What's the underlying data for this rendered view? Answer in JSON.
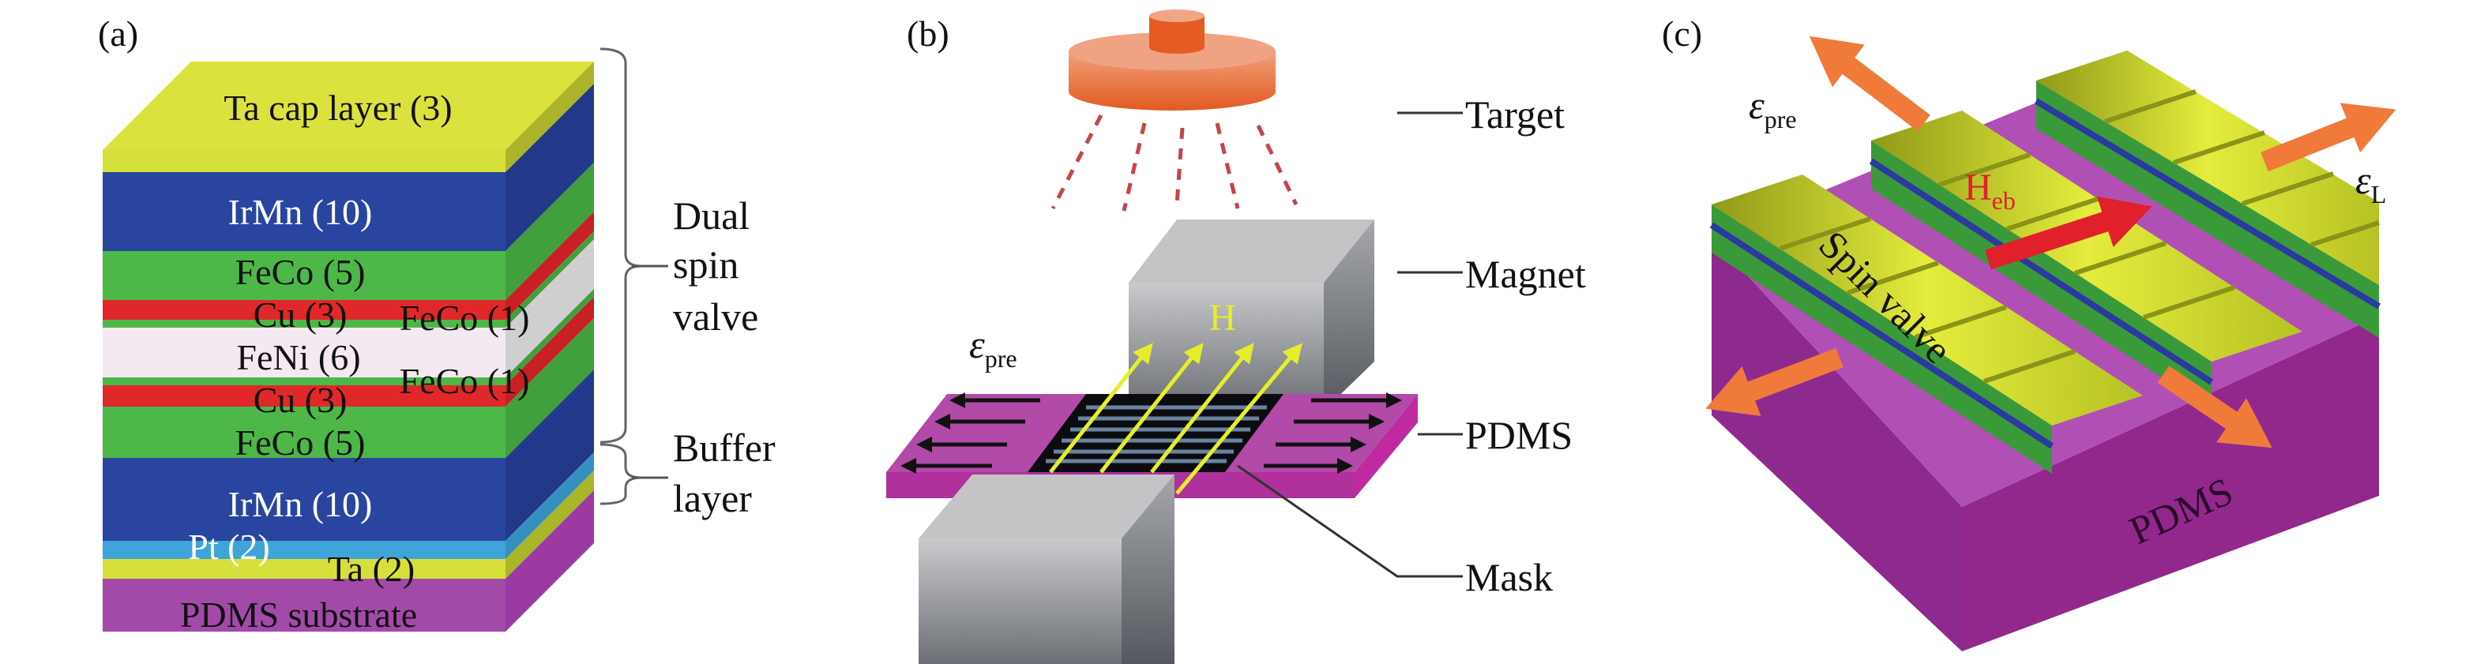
{
  "panels": {
    "a": {
      "tag": "(a)",
      "layers": {
        "ta_cap": "Ta cap layer (3)",
        "irmn_top": "IrMn (10)",
        "feco_top": "FeCo (5)",
        "cu_top": "Cu (3)",
        "feco1_top": "FeCo (1)",
        "feni": "FeNi (6)",
        "feco1_bottom": "FeCo (1)",
        "cu_bottom": "Cu (3)",
        "feco_bottom": "FeCo (5)",
        "irmn_bottom": "IrMn (10)",
        "pt": "Pt (2)",
        "ta": "Ta (2)",
        "substrate": "PDMS substrate"
      },
      "brackets": {
        "dual": [
          "Dual",
          "spin",
          "valve"
        ],
        "buffer": [
          "Buffer",
          "layer"
        ]
      }
    },
    "b": {
      "tag": "(b)",
      "callouts": {
        "target": "Target",
        "magnet": "Magnet",
        "pdms": "PDMS",
        "mask": "Mask"
      },
      "field": "H",
      "strain": {
        "symbol": "ε",
        "sub": "pre"
      }
    },
    "c": {
      "tag": "(c)",
      "strain_pre": {
        "symbol": "ε",
        "sub": "pre"
      },
      "strain_l": {
        "symbol": "ε",
        "sub": "L"
      },
      "exchange_bias": {
        "symbol": "H",
        "sub": "eb"
      },
      "spin_valve": "Spin valve",
      "substrate": "PDMS"
    }
  },
  "colors": {
    "ta": "#d6e03c",
    "irmn": "#2a45a0",
    "feco": "#4db848",
    "cu": "#e0282a",
    "feni": "#f4e9f1",
    "pt": "#3ea4da",
    "pdms": "#a34aa8",
    "target": "#e8622e",
    "magnet": "#a8aaae",
    "field_arrow": "#e6ee2a",
    "strain_arrow": "#f07a3a",
    "heb_arrow": "#e0202a"
  }
}
